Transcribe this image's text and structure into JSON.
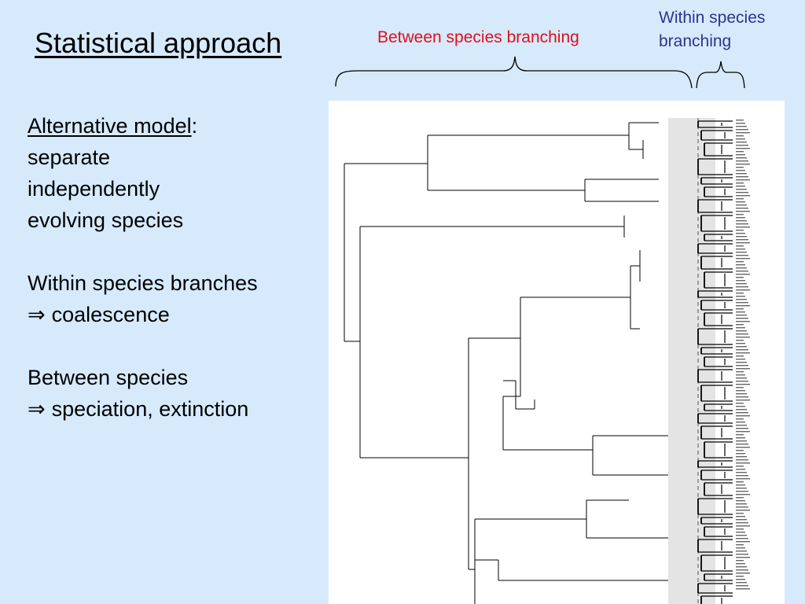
{
  "slide": {
    "title": "Statistical approach",
    "model_heading": "Alternative model",
    "model_colon": ":",
    "model_lines": [
      "separate",
      "independently",
      "evolving species"
    ],
    "within_line1": "Within species branches",
    "within_line2": "coalescence",
    "between_line1": "Between species",
    "between_line2": "speciation, extinction",
    "implies_symbol": "⇒"
  },
  "annotations": {
    "between_label": "Between species branching",
    "within_label_line1": "Within species",
    "within_label_line2": "branching",
    "between_color": "#e0101a",
    "within_color": "#2a3590"
  },
  "tree": {
    "shaded_band_color": "#e4e4e4",
    "threshold_line_style": "dashed"
  }
}
